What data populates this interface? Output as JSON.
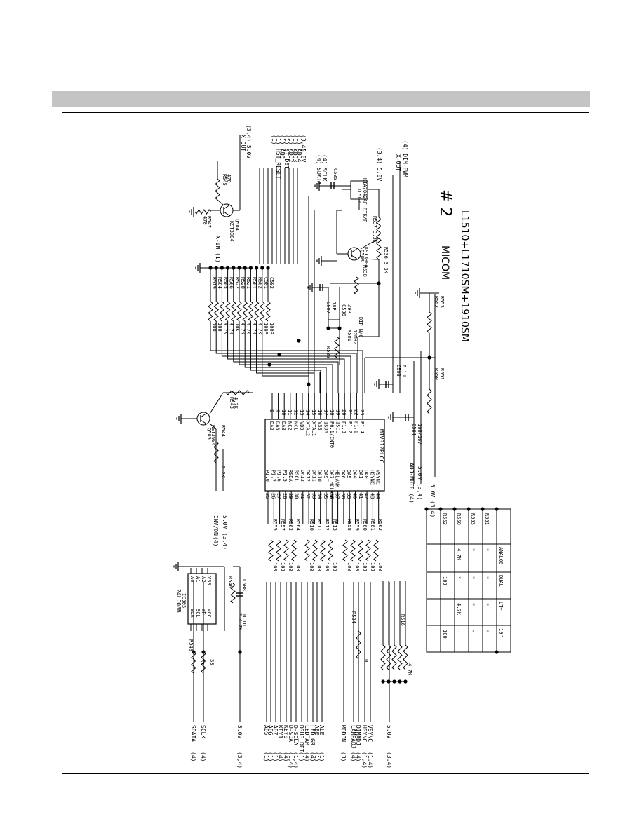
{
  "header": {
    "banner": ""
  },
  "title": {
    "number": "# 2",
    "models": "L1510+L1710SM+1910SM",
    "section": "MICOM"
  },
  "ic_main": {
    "part": "MTV312PLCC",
    "left_pins": [
      {
        "num": "8",
        "name": "DA2"
      },
      {
        "num": "9",
        "name": "DA3"
      },
      {
        "num": "10",
        "name": "DA8"
      },
      {
        "num": "11",
        "name": "NC2"
      },
      {
        "num": "12",
        "name": "NC1"
      },
      {
        "num": "13",
        "name": "VDD"
      },
      {
        "num": "14",
        "name": "XTAL2"
      },
      {
        "num": "15",
        "name": "XTAL1"
      },
      {
        "num": "16",
        "name": "VSS"
      },
      {
        "num": "17",
        "name": "ISDA"
      },
      {
        "num": "18",
        "name": "P6.1/INT0"
      },
      {
        "num": "19",
        "name": "ISCL"
      },
      {
        "num": "20",
        "name": "P1.3"
      },
      {
        "num": "21",
        "name": "P1.2"
      },
      {
        "num": "22",
        "name": "P1.1"
      },
      {
        "num": "23",
        "name": "P1.4"
      }
    ],
    "right_pins": [
      {
        "num": "44",
        "name": "VSYNC"
      },
      {
        "num": "43",
        "name": "HSYNC"
      },
      {
        "num": "42",
        "name": "DA0"
      },
      {
        "num": "41",
        "name": "DA1"
      },
      {
        "num": "40",
        "name": "DA4"
      },
      {
        "num": "39",
        "name": "DA5"
      },
      {
        "num": "38",
        "name": "DA6"
      },
      {
        "num": "37",
        "name": "HBLANK"
      },
      {
        "num": "36",
        "name": "DA7_HCLAMP"
      },
      {
        "num": "35",
        "name": "DA9"
      },
      {
        "num": "34",
        "name": "DA10"
      },
      {
        "num": "33",
        "name": "DA11"
      },
      {
        "num": "32",
        "name": "DA12"
      },
      {
        "num": "31",
        "name": "DA13"
      },
      {
        "num": "30",
        "name": "RSCL"
      },
      {
        "num": "29",
        "name": "RSDA"
      },
      {
        "num": "28",
        "name": "P1.5"
      },
      {
        "num": "27",
        "name": "P1.6"
      },
      {
        "num": "26",
        "name": "P1.7"
      },
      {
        "num": "25",
        "name": "P1.0"
      }
    ]
  },
  "top_signals": [
    "(4) DIM-PWM",
    "X-OUT",
    "(3,4) 5.0V",
    "(4) SDATA",
    "(4) SCLK",
    "(3,4)",
    "(1)",
    "(1)",
    "(1)",
    "(1)",
    "(1)",
    "(1)",
    "(1)",
    "(1)",
    "X-OUT",
    "(3,4) 5.0V"
  ],
  "top_nets": [
    "HST_RESET",
    "ADD",
    "ST_DET",
    "ADD2",
    "ADD3",
    "ADD4",
    "5.0V"
  ],
  "left_parts": {
    "q504": {
      "ref": "Q504",
      "type": "KST3904",
      "r_in": "R545",
      "r_in_val": "470",
      "r_out": "R547",
      "r_out_val": "470",
      "xin": "X-IN (1)"
    },
    "q503": {
      "ref": "Q503",
      "type": "KST3904"
    },
    "ic502": {
      "ref": "IC502",
      "type": "KIA7042AF-RTK/P"
    },
    "c505": "C505",
    "r537": {
      "ref": "R537",
      "val": "3.3K"
    },
    "r536": {
      "ref": "R536",
      "val": "3.3K"
    },
    "r538": "R538",
    "r539": "R539",
    "x501": {
      "ref": "X501",
      "val": "12MHz"
    },
    "c506": {
      "ref": "C506",
      "val": "39P"
    },
    "c507": {
      "ref": "C507",
      "val": "18P"
    },
    "dip": "DIP  N/C",
    "c503": {
      "ref": "C503",
      "val": "0.1U"
    },
    "c504": {
      "ref": "C504",
      "val": "10U/16V"
    },
    "r543": {
      "ref": "R543",
      "val": "4.7K"
    },
    "q505": {
      "ref": "Q505",
      "type": "KST3904"
    },
    "r544": {
      "ref": "R544",
      "val": "2.2K"
    },
    "resistor_bank": [
      {
        "ref": "R519",
        "val": "100"
      },
      {
        "ref": "R504",
        "val": "100"
      },
      {
        "ref": "R505",
        "val": "4.7K"
      },
      {
        "ref": "R506",
        "val": "4.7K"
      },
      {
        "ref": "R522",
        "val": "10K"
      },
      {
        "ref": "R520",
        "val": "4.7K"
      },
      {
        "ref": "R521",
        "val": "4.7K"
      },
      {
        "ref": "R501",
        "val": "4.7K"
      },
      {
        "ref": "R502",
        "val": "4.7K"
      },
      {
        "ref": "C501",
        "val": "100P"
      },
      {
        "ref": "C502",
        "val": "100P"
      }
    ]
  },
  "right_parts": {
    "r552": "R552",
    "r553": "R553",
    "r550": "R550",
    "r551": "R551",
    "pullups": [
      {
        "ref": "R555",
        "val": "100"
      },
      {
        "ref": "R557",
        "val": "100"
      },
      {
        "ref": "R563",
        "val": "100"
      },
      {
        "ref": "R564",
        "val": "100"
      },
      {
        "ref": "R510",
        "val": "100"
      },
      {
        "ref": "R511",
        "val": "100"
      },
      {
        "ref": "R512",
        "val": "100"
      },
      {
        "ref": "R513",
        "val": "100"
      },
      {
        "ref": "R558",
        "val": "100"
      },
      {
        "ref": "R559",
        "val": "100"
      },
      {
        "ref": "R560",
        "val": "100"
      },
      {
        "ref": "R561",
        "val": "100"
      },
      {
        "ref": "R562",
        "val": "100"
      }
    ],
    "r534": {
      "ref": "R534",
      "val": "0"
    },
    "r516": {
      "ref": "R516",
      "val": "4.7K"
    },
    "r548": {
      "ref": "R548",
      "val": "2.4.7K"
    },
    "r549": {
      "ref": "R549",
      "val": "33"
    },
    "r546": {
      "ref": "R546",
      "val": "33"
    },
    "c508": {
      "ref": "C508",
      "val": "0.1U"
    },
    "eeprom": {
      "ref": "IC503",
      "type": "24LC08B",
      "pins": [
        "A0",
        "A1",
        "A2",
        "VSS",
        "SDA",
        "SCL",
        "WP",
        "VCC"
      ]
    }
  },
  "right_nets": [
    "ANALOG",
    "DUAL",
    "ADD-MUTE (4)",
    "5.0V (3,4)",
    "5.0V (3,4)",
    "INV/ON (4)",
    "5.0V (3,4)"
  ],
  "bottom_signals": [
    {
      "name": "5.0V",
      "dest": "(3,4)"
    },
    {
      "name": "VSYNC",
      "dest": "(1,4)"
    },
    {
      "name": "HSYNC",
      "dest": "(1,4)"
    },
    {
      "name": "DIMADJ",
      "dest": "(4)"
    },
    {
      "name": "LAMPADJ",
      "dest": "(4)"
    },
    {
      "name": "MODON",
      "dest": "(3)"
    },
    {
      "name": "ALE",
      "dest": "(1)"
    },
    {
      "name": "ABE",
      "dest": "(1)"
    },
    {
      "name": "LED_GR",
      "dest": "(4)"
    },
    {
      "name": "LED_AM",
      "dest": "(4)"
    },
    {
      "name": "DSUB_DET",
      "dest": "(1)"
    },
    {
      "name": "D-SCLA",
      "dest": "(1,4)"
    },
    {
      "name": "D-SDA",
      "dest": "(1,4)"
    },
    {
      "name": "KEY0",
      "dest": "(4)"
    },
    {
      "name": "KEY1",
      "dest": "(4)"
    },
    {
      "name": "AD7",
      "dest": "(1)"
    },
    {
      "name": "AD6",
      "dest": "(1)"
    },
    {
      "name": "AD5",
      "dest": "(1)"
    },
    {
      "name": "5.0V",
      "dest": "(3,4)"
    },
    {
      "name": "SCLK",
      "dest": "(4)"
    },
    {
      "name": "SDATA",
      "dest": "(4)"
    }
  ],
  "option_table": {
    "headers": [
      "",
      "ANALOG",
      "DUAL",
      "LT+",
      "19\""
    ],
    "rows": [
      [
        "R551",
        "*",
        "*",
        "*",
        "*"
      ],
      [
        "R553",
        "*",
        "*",
        "*",
        "-"
      ],
      [
        "R550",
        "4.7K",
        "*",
        "4.7K",
        "-"
      ],
      [
        "R552",
        "-",
        "100",
        "-",
        "100"
      ]
    ]
  }
}
